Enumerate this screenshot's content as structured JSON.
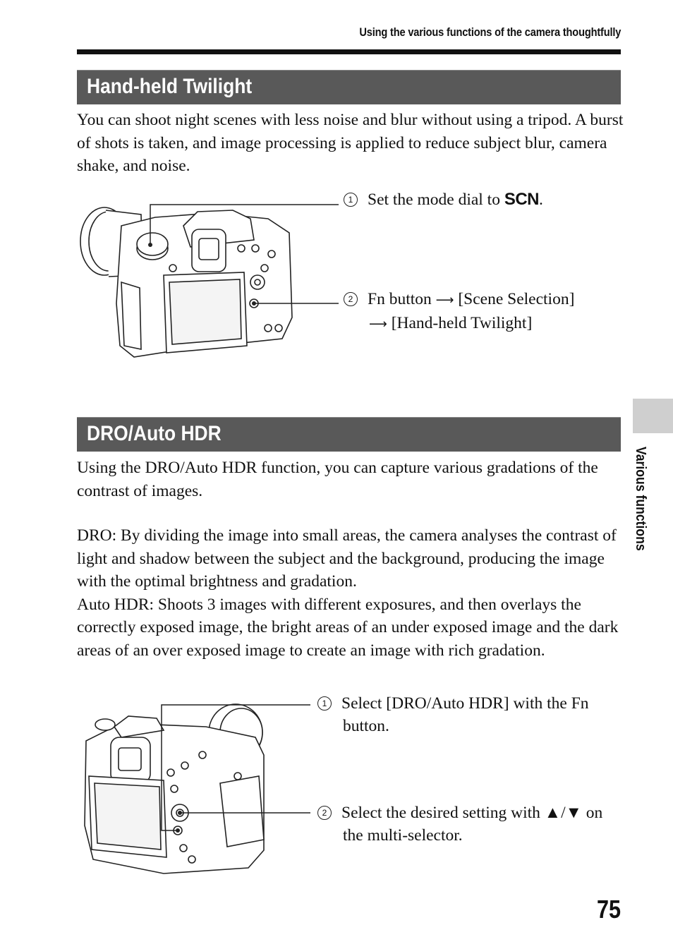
{
  "running_head": "Using the various functions of the camera thoughtfully",
  "section1": {
    "title": "Hand-held Twilight",
    "intro": "You can shoot night scenes with less noise and blur without using a tripod. A burst of shots is taken, and image processing is applied to reduce subject blur, camera shake, and noise.",
    "step1_num": "1",
    "step1_prefix": "Set the mode dial to ",
    "step1_icon": "SCN",
    "step1_suffix": ".",
    "step2_num": "2",
    "step2_line1_a": "Fn button ",
    "step2_line1_b": " [Scene Selection]",
    "step2_line2": " [Hand-held Twilight]",
    "arrow_glyph": "⟶"
  },
  "section2": {
    "title": "DRO/Auto HDR",
    "intro": "Using the DRO/Auto HDR function, you can capture various gradations of the contrast of images.",
    "dro_text": "DRO: By dividing the image into small areas, the camera analyses the contrast of light and shadow between the subject and the background, producing the image with the optimal brightness and gradation.",
    "hdr_text": "Auto HDR: Shoots 3 images with different exposures, and then overlays the correctly exposed image, the bright areas of an under exposed image and the dark areas of an over exposed image to create an image with rich gradation.",
    "step1_num": "1",
    "step1_line1": "Select [DRO/Auto HDR] with the Fn",
    "step1_line2": "button.",
    "step2_num": "2",
    "step2_line1": "Select the desired setting with ▲/▼ on",
    "step2_line2": "the multi-selector."
  },
  "side_tab": "Various functions",
  "page_number": "75"
}
